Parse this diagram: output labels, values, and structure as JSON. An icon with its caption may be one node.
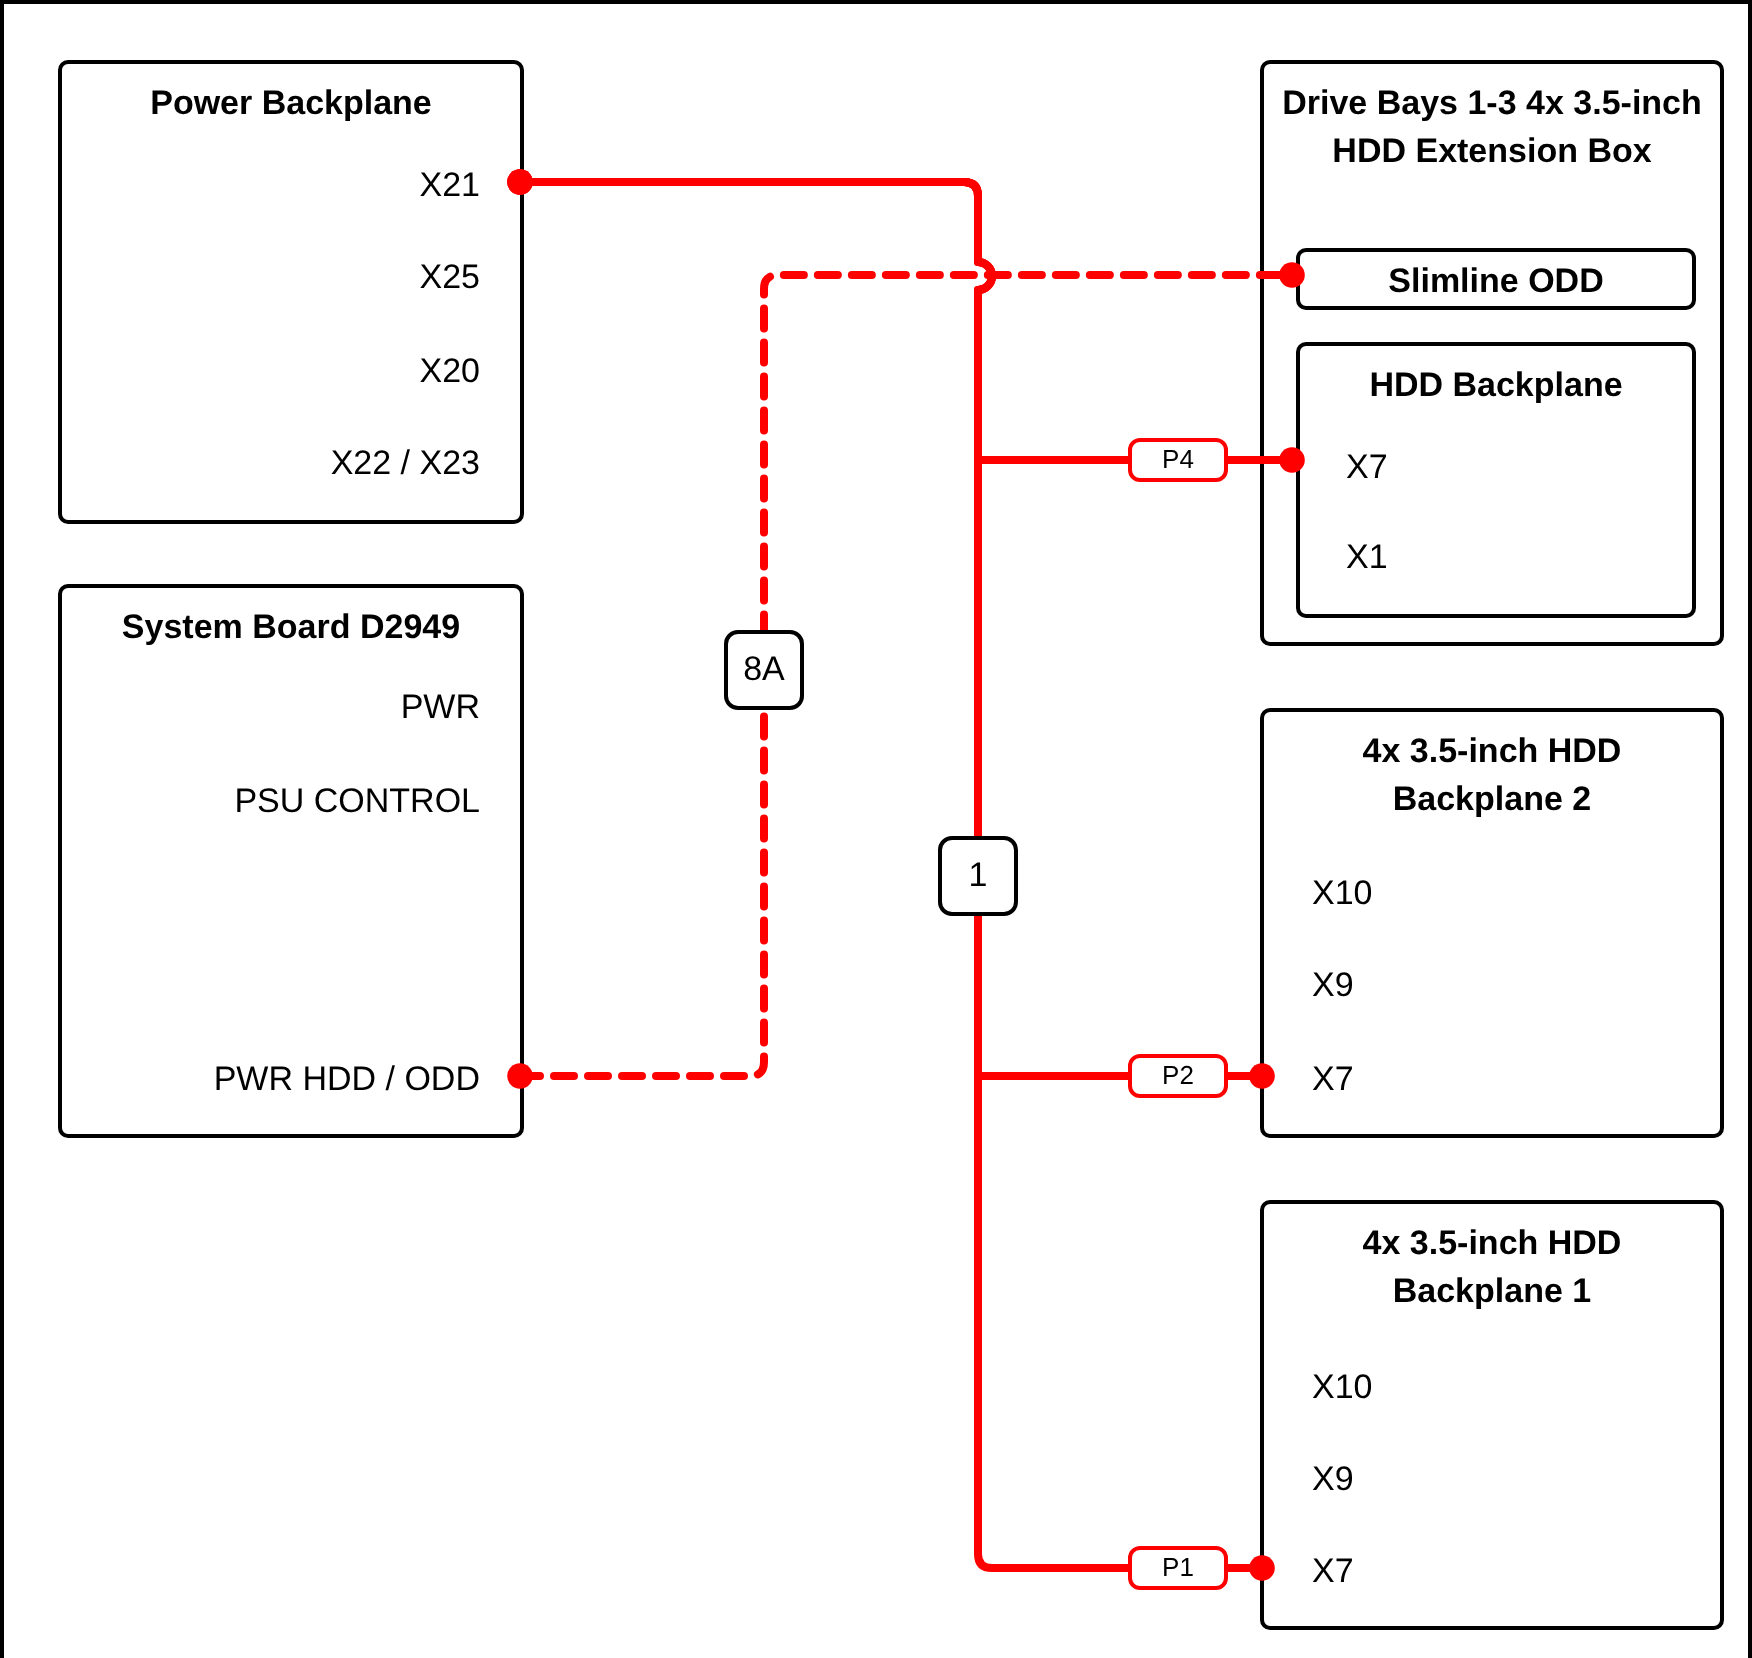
{
  "diagram": {
    "nodes": [
      {
        "text": [
          "Power Backplane"
        ]
      },
      {
        "text": [
          "X21"
        ],
        "in": 0
      },
      {
        "text": [
          "X25"
        ],
        "in": 0
      },
      {
        "text": [
          "X20"
        ],
        "in": 0
      },
      {
        "text": [
          "X22 / X23"
        ],
        "in": 0
      },
      {
        "text": [
          "System Board D2949"
        ]
      },
      {
        "text": [
          "PWR"
        ],
        "in": 5
      },
      {
        "text": [
          "PSU CONTROL"
        ],
        "in": 5
      },
      {
        "text": [
          "PWR HDD / ODD"
        ],
        "in": 5
      },
      {
        "text": [
          "Drive Bays 1-3 4x 3.5-inch HDD Extension Box"
        ]
      },
      {
        "text": [
          "Slimline ODD"
        ],
        "in": 9
      },
      {
        "text": [
          "HDD Backplane"
        ],
        "in": 9
      },
      {
        "text": [
          "X7"
        ],
        "in": 11
      },
      {
        "text": [
          "X1"
        ],
        "in": 11
      },
      {
        "text": [
          "4x 3.5-inch HDD Backplane 2"
        ]
      },
      {
        "text": [
          "X10"
        ],
        "in": 14
      },
      {
        "text": [
          "X9"
        ],
        "in": 14
      },
      {
        "text": [
          "X7"
        ],
        "in": 14
      },
      {
        "text": [
          "4x 3.5-inch HDD Backplane 1"
        ]
      },
      {
        "text": [
          "X10"
        ],
        "in": 18
      },
      {
        "text": [
          "X9"
        ],
        "in": 18
      },
      {
        "text": [
          "X7"
        ],
        "in": 18
      }
    ],
    "edges": [
      {
        "from": 1,
        "to": 12,
        "arrow": "other",
        "label": "P4"
      },
      {
        "from": 1,
        "to": 17,
        "arrow": "other",
        "label": "P2"
      },
      {
        "from": 1,
        "to": 21,
        "arrow": "other",
        "label": "P1"
      },
      {
        "from": 8,
        "to": 10,
        "arrow": "other",
        "style": "dashed",
        "label": "8A"
      }
    ],
    "labels": [
      "1"
    ]
  }
}
